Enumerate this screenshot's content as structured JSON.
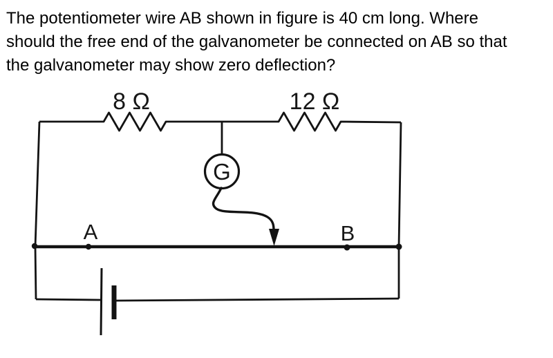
{
  "question": {
    "lines": [
      "The potentiometer wire AB shown in figure is 40 cm long. Where",
      "should the free end of the galvanometer be connected on AB so that",
      "the galvanometer may show zero deflection?"
    ]
  },
  "figure": {
    "labels": {
      "resistor_left": "8 Ω",
      "resistor_right": "12 Ω",
      "galvanometer": "G",
      "point_a": "A",
      "point_b": "B"
    },
    "colors": {
      "ink": "#131313",
      "background": "#ffffff"
    }
  }
}
